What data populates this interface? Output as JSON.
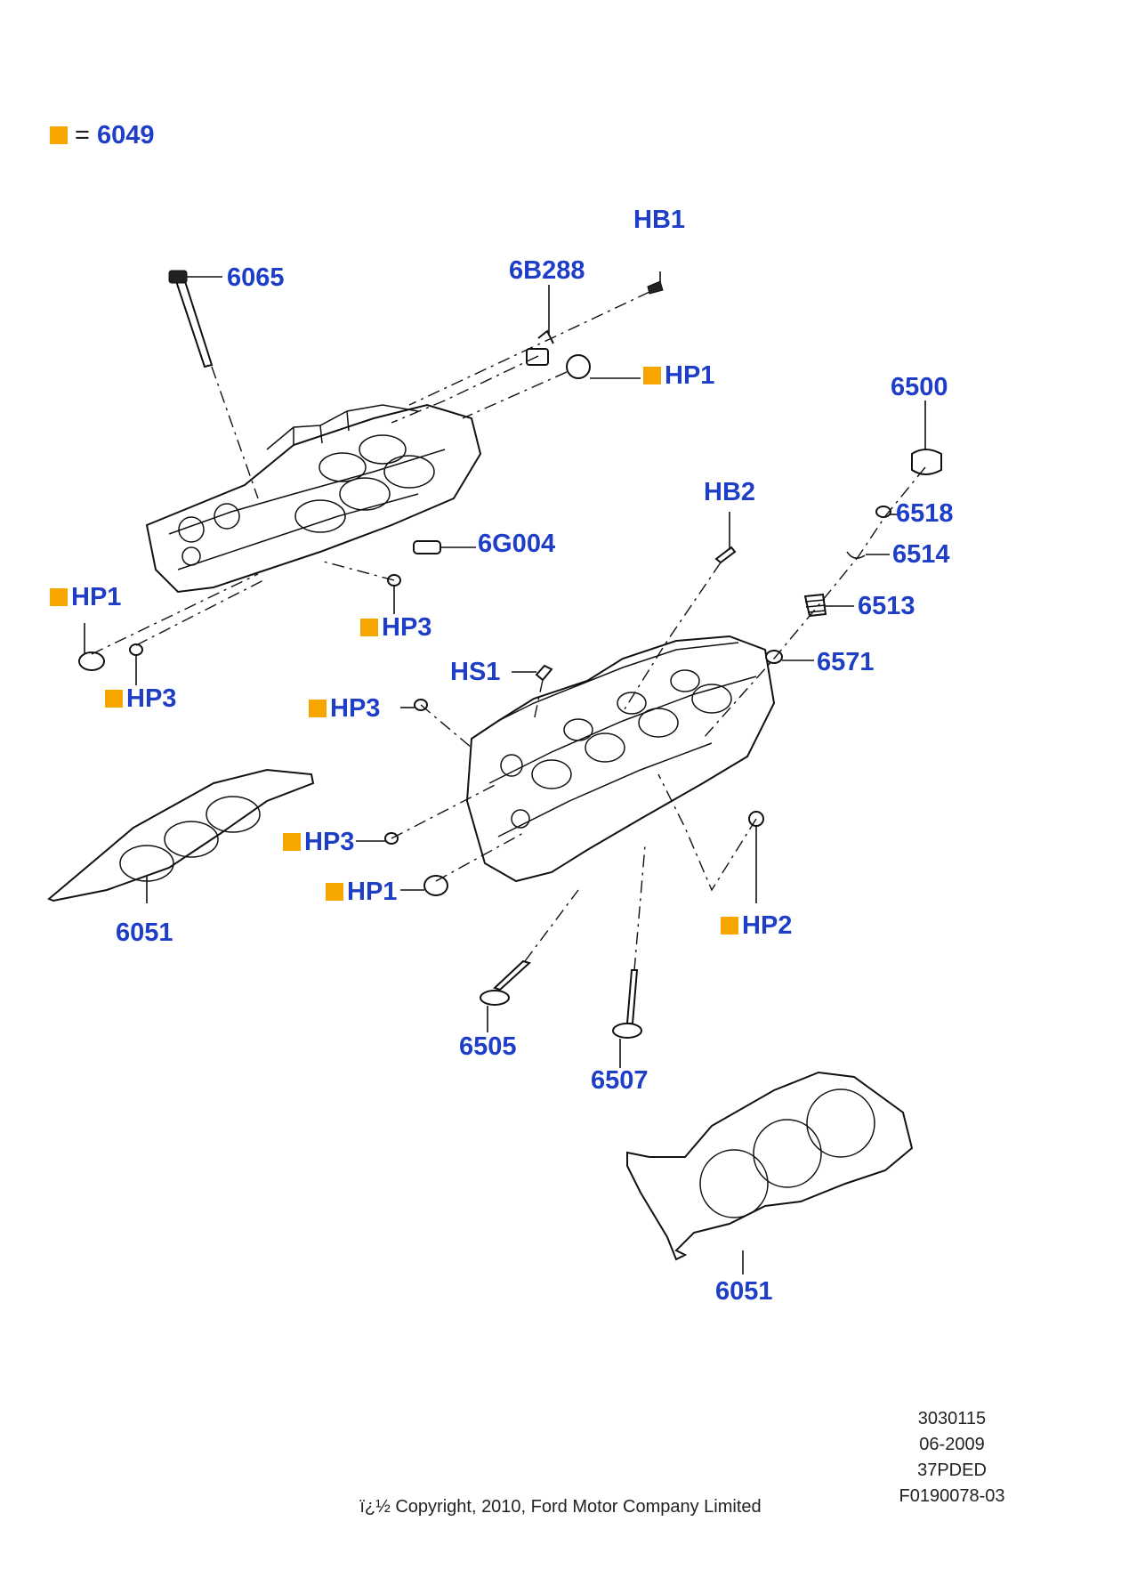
{
  "legend": {
    "marker_color": "#f7a600",
    "equals": "=",
    "code": "6049"
  },
  "colors": {
    "label": "#1e3ec8",
    "marker": "#f7a600"
  },
  "callouts": {
    "hb1": "HB1",
    "p6065": "6065",
    "p6b288": "6B288",
    "hp1_top": "HP1",
    "p6500": "6500",
    "hb2": "HB2",
    "p6518": "6518",
    "p6g004": "6G004",
    "p6514": "6514",
    "hp1_left": "HP1",
    "hp3_left": "HP3",
    "p6513": "6513",
    "p6571": "6571",
    "hs1": "HS1",
    "hp3_low": "HP3",
    "hp3_mid": "HP3",
    "hp3_lower": "HP3",
    "hp1_lower": "HP1",
    "hp2": "HP2",
    "p6051_left": "6051",
    "p6505": "6505",
    "p6507": "6507",
    "p6051_right": "6051"
  },
  "meta": {
    "line1": "3030115",
    "line2": "06-2009",
    "line3": "37PDED",
    "line4": "F0190078-03"
  },
  "copyright": "ï¿½ Copyright, 2010, Ford Motor Company Limited"
}
